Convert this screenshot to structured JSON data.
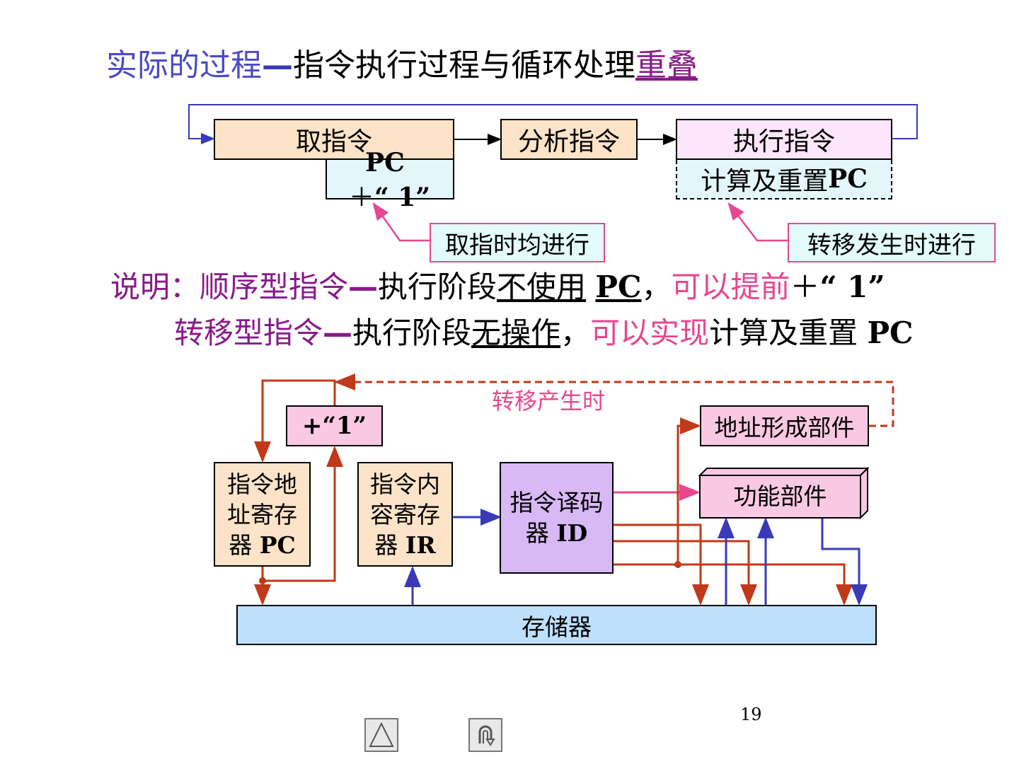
{
  "title": {
    "part1": "实际的过程",
    "sep": "—",
    "part2": "指令执行过程与循环处理",
    "part3": "重叠"
  },
  "top_diagram": {
    "fetch": "取指令",
    "pc_plus_1_line1": "PC",
    "pc_plus_1_line2_a": "＋",
    "pc_plus_1_line2_b": "“ 1”",
    "analyze": "分析指令",
    "execute": "执行指令",
    "compute_reset": "计算及重置 ",
    "compute_reset_pc": "PC",
    "callout_fetch": "取指时均进行",
    "callout_branch": "转移发生时进行"
  },
  "explanation": {
    "label": "说明：",
    "seq_type": "顺序型指令",
    "dash": "—",
    "seq_text1": "执行阶段",
    "seq_underline": "不使用",
    "seq_pc": "PC",
    "comma": "，",
    "seq_can": "可以提前",
    "seq_plus": "＋",
    "seq_one": "“ 1”",
    "branch_type": "转移型指令",
    "branch_text1": "执行阶段",
    "branch_underline": "无操作",
    "comma2": "，",
    "branch_can": "可以实现",
    "branch_text2": "计算及重置 ",
    "branch_pc": "PC"
  },
  "bottom_diagram": {
    "plus_one": "+“1”",
    "branch_label": "转移产生时",
    "addr_unit": "地址形成部件",
    "func_unit": "功能部件",
    "pc_reg_l1": "指令地",
    "pc_reg_l2": "址寄存",
    "pc_reg_l3a": "器 ",
    "pc_reg_l3b": "PC",
    "ir_reg_l1": "指令内",
    "ir_reg_l2": "容寄存",
    "ir_reg_l3a": "器 ",
    "ir_reg_l3b": "IR",
    "decoder_l1": "指令译码",
    "decoder_l2a": "器 ",
    "decoder_l2b": "ID",
    "memory": "存储器"
  },
  "page_number": "19",
  "colors": {
    "fetch_box": "#fde3c7",
    "pc_box": "#e3f6fb",
    "analyze_box": "#fde3c7",
    "execute_box": "#fde6fb",
    "callout_bg": "#e3fbfb",
    "callout_border": "#e8478f",
    "plus_one_box": "#f9c8e3",
    "decoder_box": "#d8b8f5",
    "memory_box": "#bfe0fb",
    "red_line": "#c0391a",
    "blue_line": "#3a3ab8",
    "pink_line": "#e8478f"
  },
  "icons": [
    "up-triangle-nav-icon",
    "return-nav-icon"
  ]
}
